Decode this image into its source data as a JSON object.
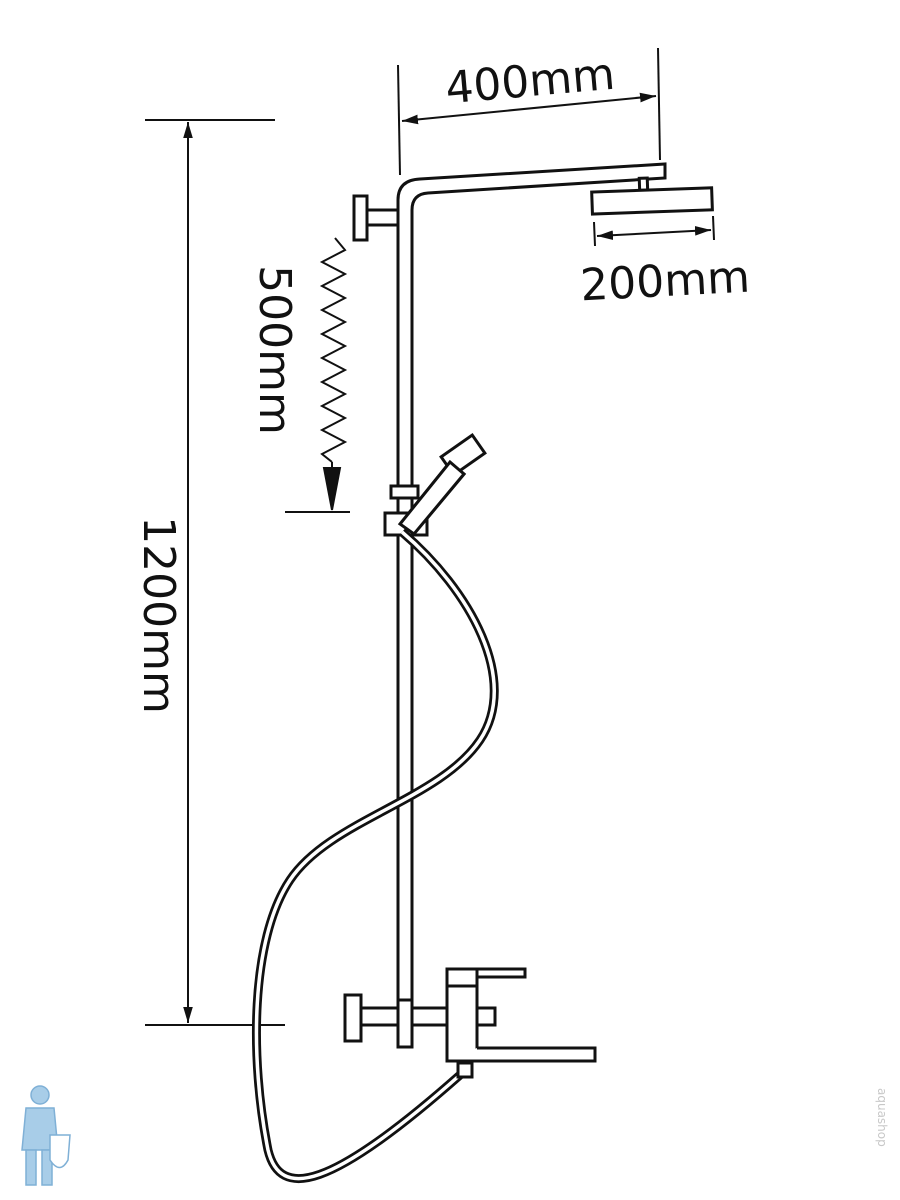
{
  "dimensions": {
    "rain_arm_length": "400mm",
    "shower_head_size": "200mm",
    "hose_length": "500mm",
    "total_height": "1200mm"
  },
  "watermark": "aquashop",
  "colors": {
    "line": "#111111",
    "logo": "#a8cde8"
  }
}
